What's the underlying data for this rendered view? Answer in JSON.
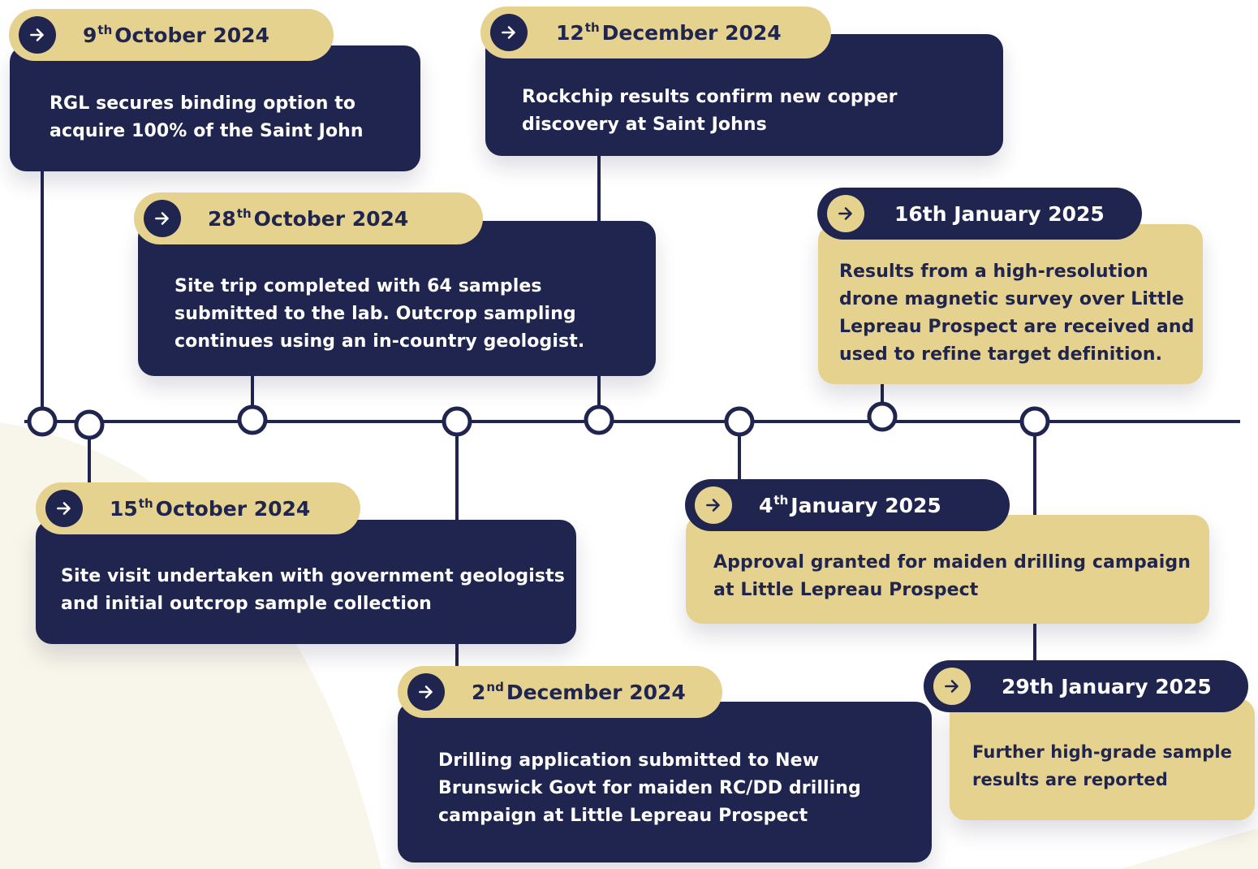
{
  "events": [
    {
      "day": "9",
      "suffix": "th",
      "month_year": "October 2024",
      "text_lines": [
        "RGL secures binding option to",
        "acquire 100% of the Saint John"
      ]
    },
    {
      "day": "28",
      "suffix": "th",
      "month_year": "October 2024",
      "text_lines": [
        "Site trip completed with 64 samples",
        "submitted to the lab. Outcrop sampling",
        "continues using an in-country geologist."
      ]
    },
    {
      "day": "12",
      "suffix": "th",
      "month_year": "December 2024",
      "text_lines": [
        "Rockchip results confirm new copper",
        "discovery at Saint Johns"
      ]
    },
    {
      "day": "",
      "suffix": "",
      "month_year": "16th January 2025",
      "text_lines": [
        "Results from a high-resolution",
        "drone magnetic survey over Little",
        "Lepreau Prospect are received and",
        "used to refine target definition."
      ]
    },
    {
      "day": "15",
      "suffix": "th",
      "month_year": "October 2024",
      "text_lines": [
        "Site visit undertaken with government geologists",
        "and initial outcrop sample collection"
      ]
    },
    {
      "day": "2",
      "suffix": "nd",
      "month_year": "December 2024",
      "text_lines": [
        "Drilling application submitted to New",
        "Brunswick Govt for maiden RC/DD drilling",
        "campaign at Little Lepreau Prospect"
      ]
    },
    {
      "day": "4",
      "suffix": "th",
      "month_year": "January 2025",
      "text_lines": [
        "Approval granted for maiden drilling campaign",
        "at Little Lepreau Prospect"
      ]
    },
    {
      "day": "",
      "suffix": "",
      "month_year": "29th January 2025",
      "text_lines": [
        "Further high-grade sample",
        "results are reported"
      ]
    }
  ],
  "colors": {
    "navy": "#20254f",
    "gold": "#e6d28f",
    "swoosh": "#f8f5ea"
  },
  "icons": {
    "pill": "arrow-right-icon",
    "node": "timeline-node-icon"
  }
}
